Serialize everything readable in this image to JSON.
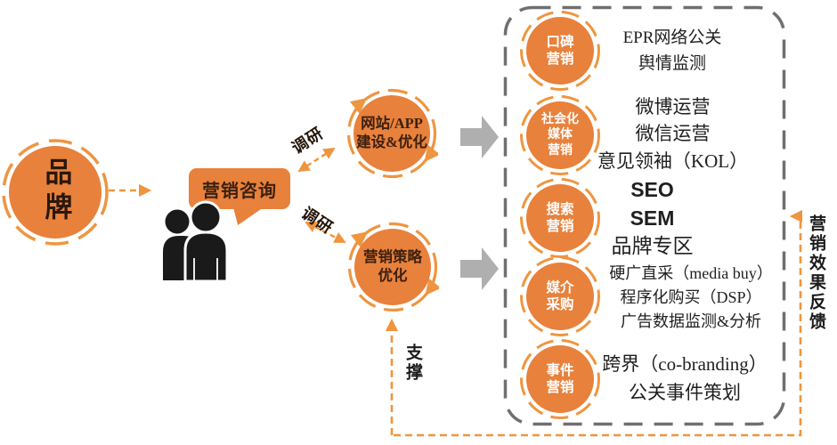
{
  "colors": {
    "orange": "#E8813C",
    "ring_orange": "#EF953F",
    "connector_orange": "#F0953C",
    "gray_arrow": "#AFAFAF",
    "panel_border": "#6F6F6F",
    "dark_text": "#2A180C",
    "item_text": "#1F1F1F"
  },
  "brand": {
    "label": "品牌"
  },
  "consultation": {
    "label": "营销咨询"
  },
  "research": {
    "upper": "调研",
    "lower": "调研"
  },
  "cycles": {
    "web": "网站/APP\n建设&优化",
    "strategy": "营销策略\n优化"
  },
  "support": {
    "label": "支撑"
  },
  "feedback": {
    "label": "营销效果反馈"
  },
  "channels": [
    {
      "circle": "口碑\n营销",
      "items": [
        "EPR网络公关",
        "舆情监测"
      ]
    },
    {
      "circle": "社会化\n媒体\n营销",
      "items": [
        "微博运营",
        "微信运营",
        "意见领袖（KOL）"
      ]
    },
    {
      "circle": "搜索\n营销",
      "items": [
        "SEO",
        "SEM",
        "品牌专区"
      ]
    },
    {
      "circle": "媒介\n采购",
      "items": [
        "硬广直采（media buy）",
        "程序化购买（DSP）",
        "广告数据监测&分析"
      ]
    },
    {
      "circle": "事件\n营销",
      "items": [
        "跨界（co-branding）",
        "公关事件策划"
      ]
    }
  ]
}
